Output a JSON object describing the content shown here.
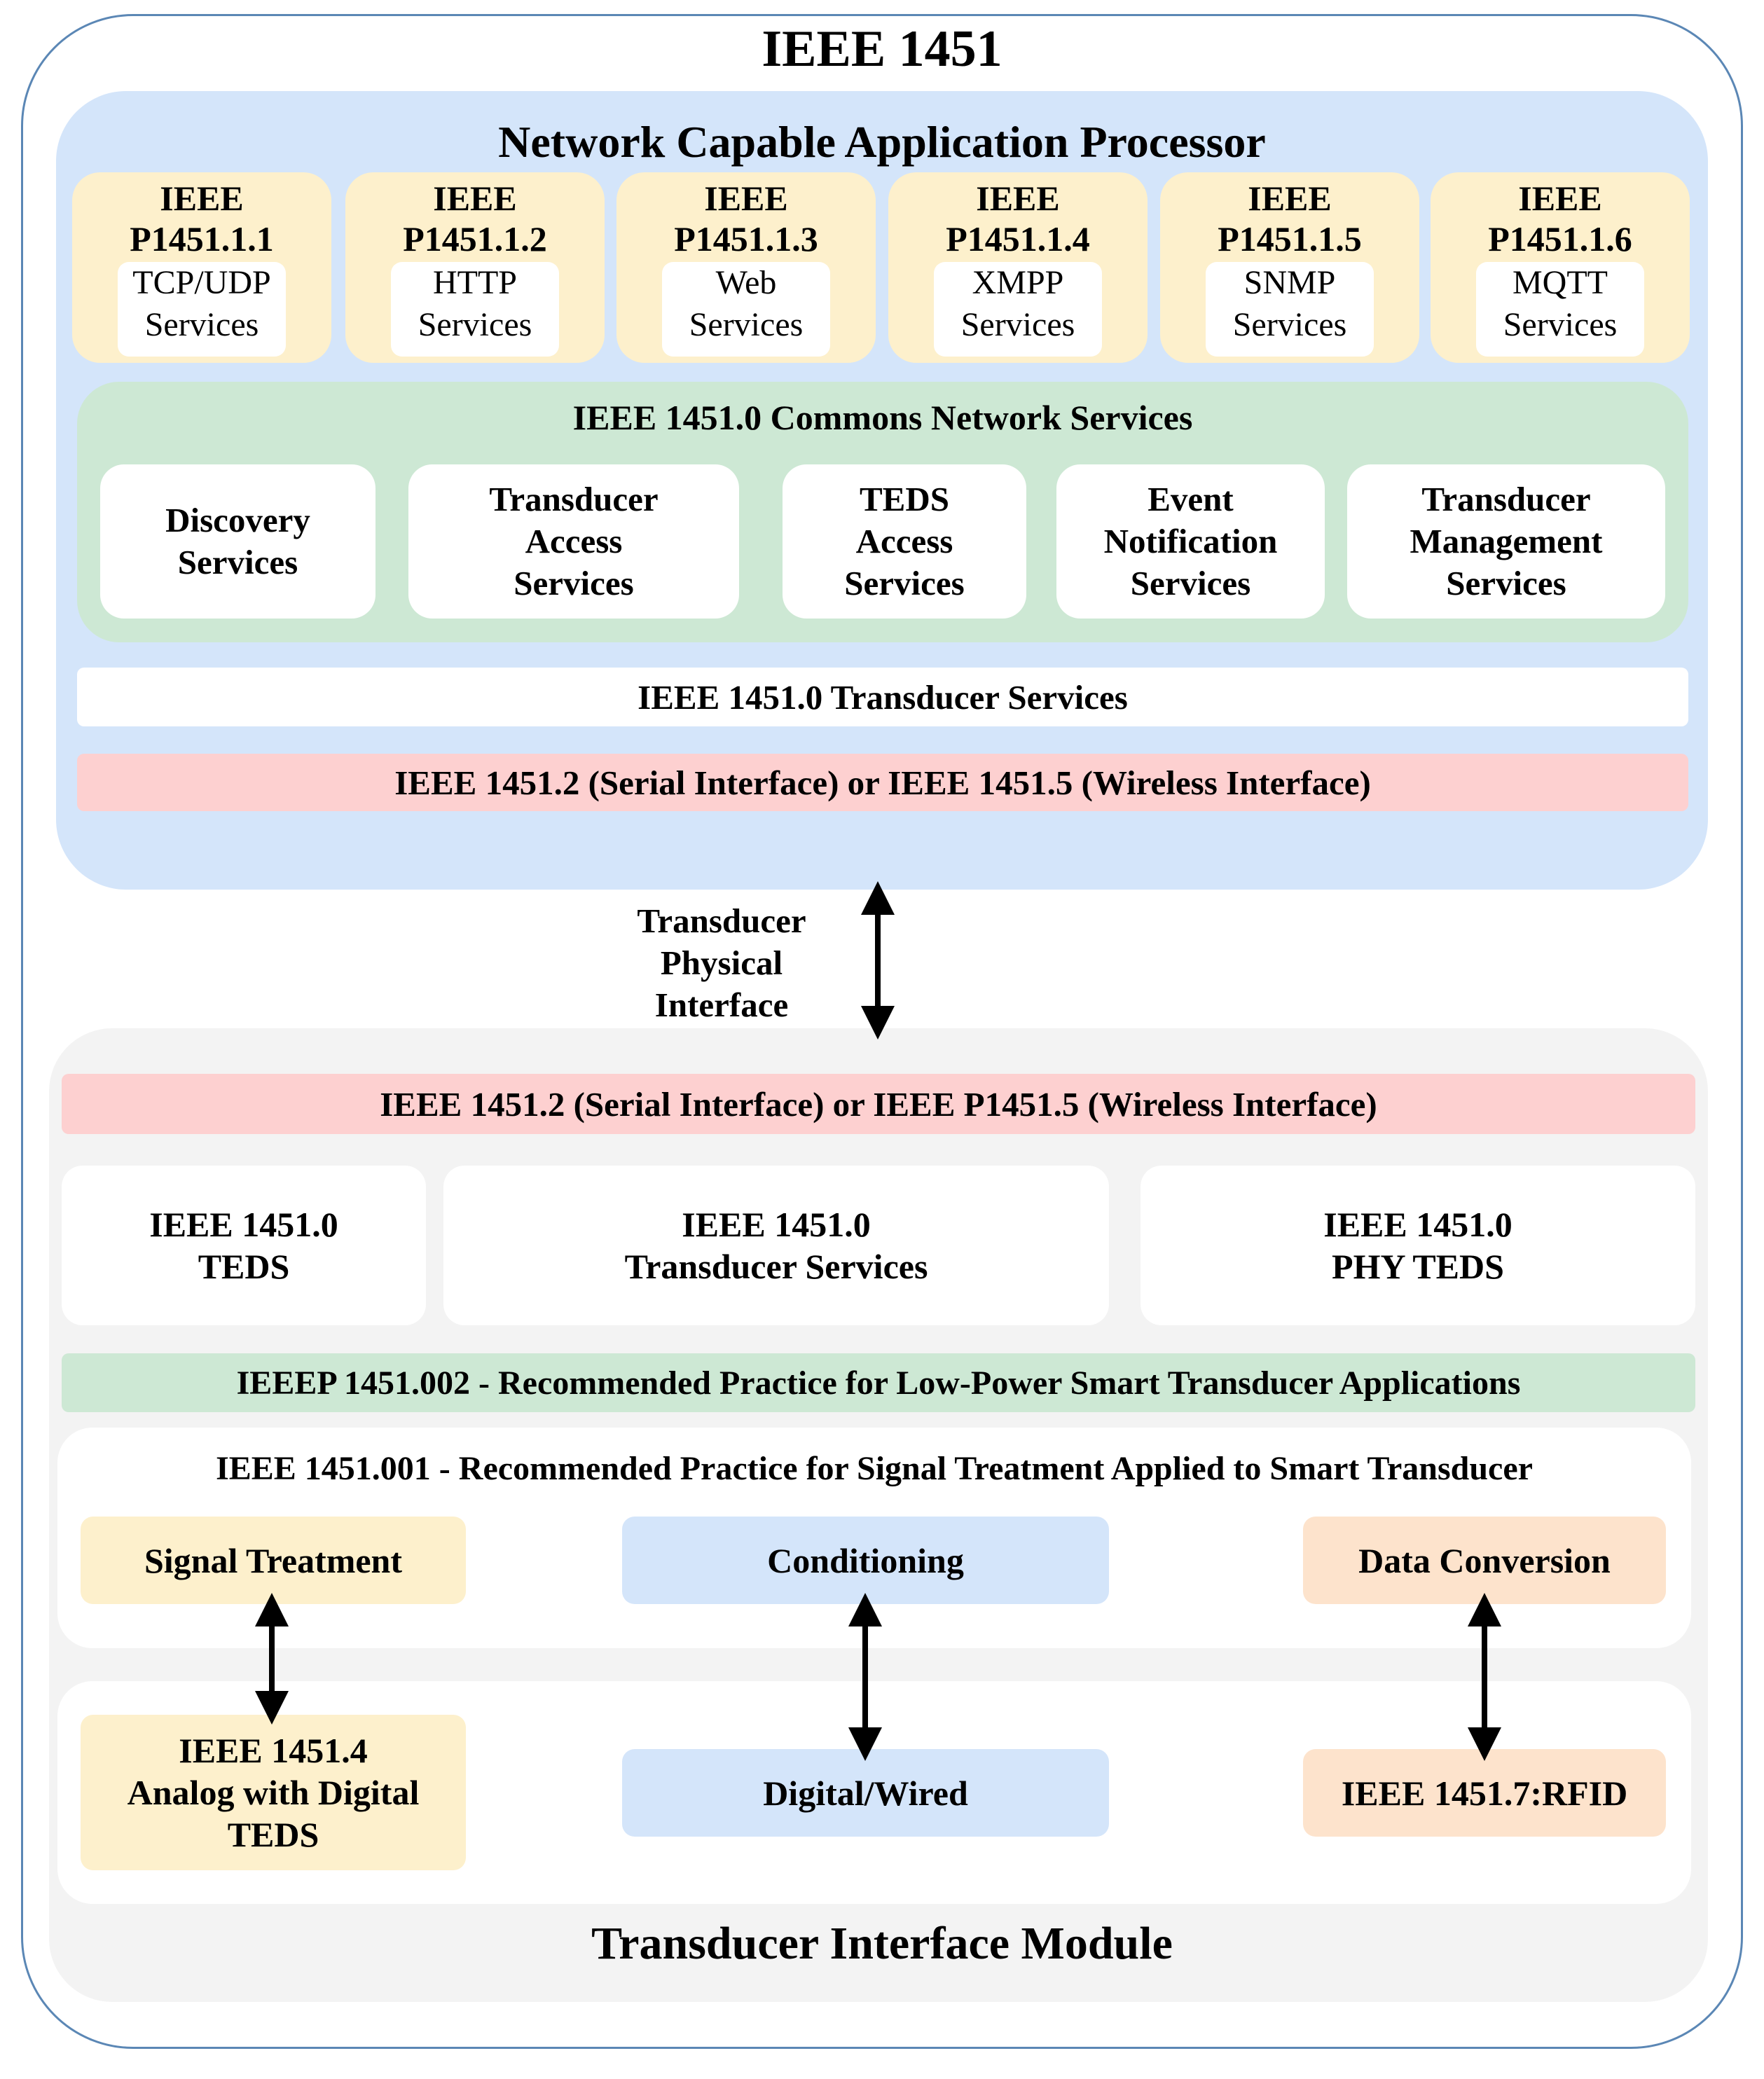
{
  "title": "IEEE 1451",
  "ncap": {
    "title": "Network Capable Application Processor",
    "protocols": [
      {
        "head1": "IEEE",
        "head2": "P1451.1.1",
        "svc1": "TCP/UDP",
        "svc2": "Services"
      },
      {
        "head1": "IEEE",
        "head2": "P1451.1.2",
        "svc1": "HTTP",
        "svc2": "Services"
      },
      {
        "head1": "IEEE",
        "head2": "P1451.1.3",
        "svc1": "Web",
        "svc2": "Services"
      },
      {
        "head1": "IEEE",
        "head2": "P1451.1.4",
        "svc1": "XMPP",
        "svc2": "Services"
      },
      {
        "head1": "IEEE",
        "head2": "P1451.1.5",
        "svc1": "SNMP",
        "svc2": "Services"
      },
      {
        "head1": "IEEE",
        "head2": "P1451.1.6",
        "svc1": "MQTT",
        "svc2": "Services"
      }
    ],
    "commons": {
      "title": "IEEE 1451.0 Commons Network Services",
      "services": [
        {
          "l1": "Discovery",
          "l2": "Services",
          "l3": ""
        },
        {
          "l1": "Transducer",
          "l2": "Access",
          "l3": "Services"
        },
        {
          "l1": "TEDS",
          "l2": "Access",
          "l3": "Services"
        },
        {
          "l1": "Event",
          "l2": "Notification",
          "l3": "Services"
        },
        {
          "l1": "Transducer",
          "l2": "Management",
          "l3": "Services"
        }
      ]
    },
    "transducer_services": "IEEE 1451.0 Transducer Services",
    "interface": "IEEE 1451.2 (Serial Interface) or IEEE 1451.5 (Wireless Interface)"
  },
  "physical_interface": {
    "l1": "Transducer",
    "l2": "Physical",
    "l3": "Interface"
  },
  "tim": {
    "interface": "IEEE 1451.2 (Serial Interface) or IEEE P1451.5 (Wireless Interface)",
    "boxes": [
      {
        "l1": "IEEE 1451.0",
        "l2": "TEDS"
      },
      {
        "l1": "IEEE 1451.0",
        "l2": "Transducer Services"
      },
      {
        "l1": "IEEE 1451.0",
        "l2": "PHY TEDS"
      }
    ],
    "low_power": "IEEEP 1451.002 - Recommended Practice for Low-Power Smart Transducer Applications",
    "signal_practice": "IEEE 1451.001 - Recommended Practice for Signal Treatment Applied to Smart Transducer",
    "top_chips": [
      "Signal Treatment",
      "Conditioning",
      "Data Conversion"
    ],
    "bottom_chips": [
      {
        "l1": "IEEE 1451.4",
        "l2": "Analog with Digital",
        "l3": "TEDS"
      },
      {
        "l1": "Digital/Wired",
        "l2": "",
        "l3": ""
      },
      {
        "l1": "IEEE 1451.7:RFID",
        "l2": "",
        "l3": ""
      }
    ],
    "title": "Transducer Interface Module"
  },
  "colors": {
    "ncap_bg": "#d4e5fa",
    "protocol_bg": "#fdf0cc",
    "commons_bg": "#cde8d4",
    "interface_bg": "#fdd0d0",
    "tim_bg": "#f3f3f3",
    "peach": "#fde3cc",
    "outline": "#5b87b5"
  }
}
